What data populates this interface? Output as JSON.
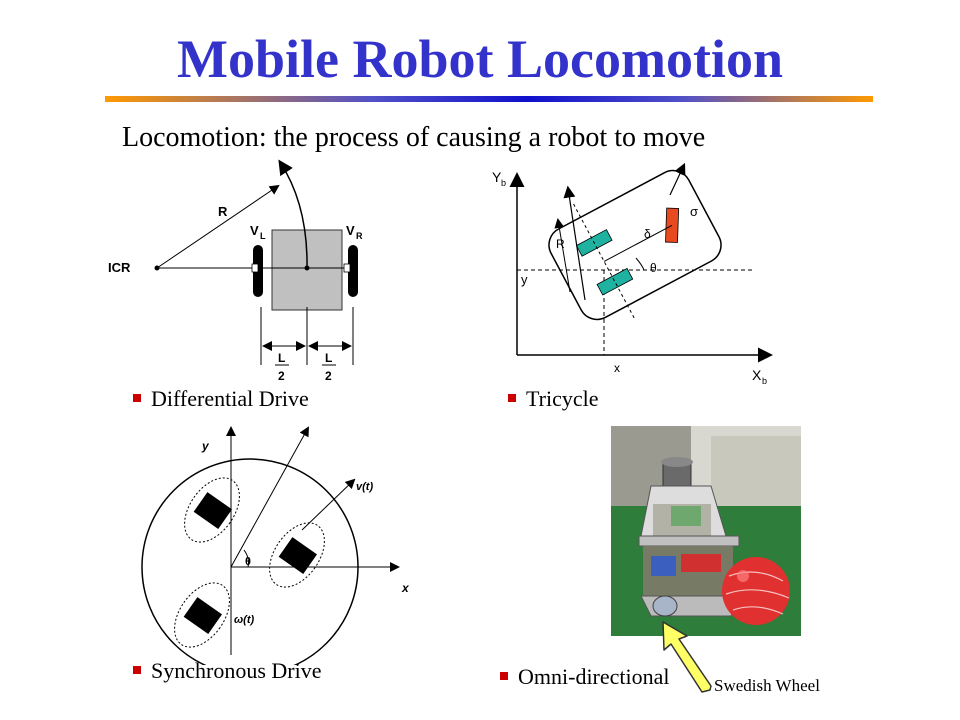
{
  "title": "Mobile Robot Locomotion",
  "subtitle": "Locomotion: the process of causing a robot to move",
  "captions": {
    "differential": "Differential Drive",
    "tricycle": "Tricycle",
    "synchronous": "Synchronous Drive",
    "omni": "Omni-directional"
  },
  "photo_label": "Swedish Wheel",
  "differential_labels": {
    "icr": "ICR",
    "r": "R",
    "vl": "V",
    "vl_sub": "L",
    "vr": "V",
    "vr_sub": "R",
    "l": "L",
    "two": "2"
  },
  "tricycle_labels": {
    "yb": "Y",
    "xb": "X",
    "b": "b",
    "y": "y",
    "x": "x",
    "r": "R",
    "theta": "θ",
    "delta": "δ",
    "sigma": "σ"
  },
  "synchronous_labels": {
    "y": "y",
    "x": "x",
    "theta": "θ",
    "v": "v(t)",
    "omega": "ω(t)"
  },
  "colors": {
    "title": "#3333cc",
    "bullet": "#cc0000",
    "wheel_green": "#20b2a0",
    "wheel_red": "#e84a20",
    "arrow_yellow": "#ffff66"
  }
}
